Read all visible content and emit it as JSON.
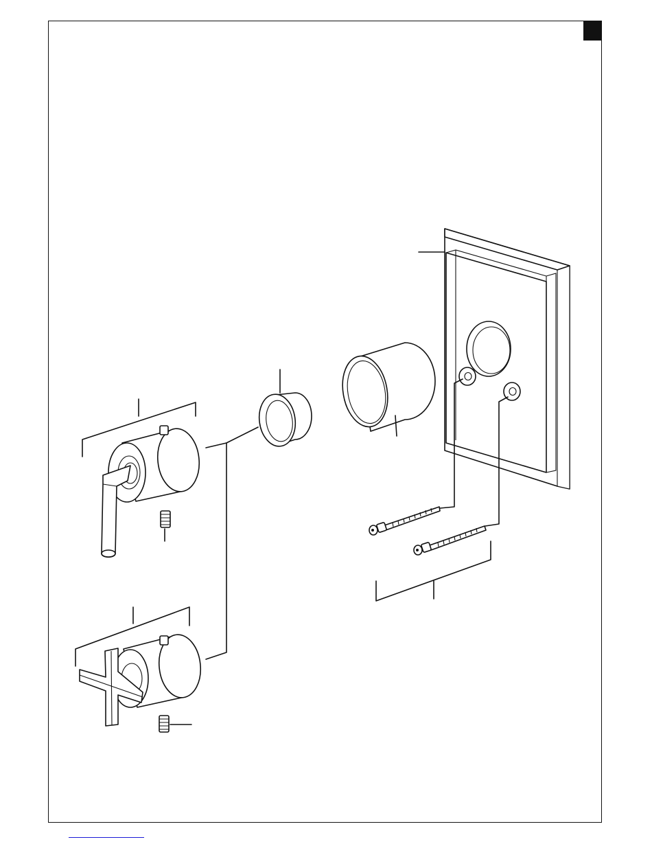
{
  "document": {
    "type": "exploded-assembly-drawing",
    "text_content": []
  },
  "parts": [
    {
      "id": "trim-plate",
      "icon": "rectangular-trim-plate"
    },
    {
      "id": "sleeve",
      "icon": "cylindrical-sleeve"
    },
    {
      "id": "escutcheon-ring",
      "icon": "ring-adapter"
    },
    {
      "id": "lever-handle-assembly",
      "icon": "lever-handle"
    },
    {
      "id": "cross-handle-assembly",
      "icon": "cross-handle"
    },
    {
      "id": "set-screw",
      "icon": "set-screw",
      "count": 2
    },
    {
      "id": "mounting-screws",
      "icon": "long-screw",
      "count": 2
    }
  ],
  "colors": {
    "line": "#111111",
    "background": "#ffffff",
    "corner_tab": "#111111",
    "link_underline": "#1a1ad6"
  }
}
